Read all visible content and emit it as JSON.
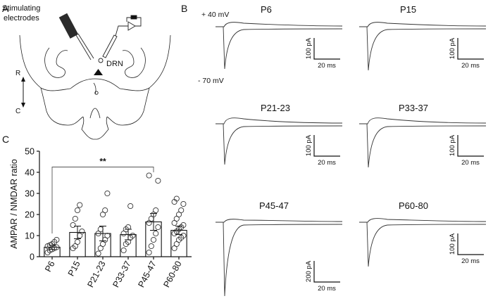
{
  "panels": {
    "a": {
      "letter": "A",
      "stim_line1": "Stimulating",
      "stim_line2": "electrodes",
      "drn": "DRN",
      "rostral": "R",
      "caudal": "C"
    },
    "b": {
      "letter": "B",
      "hold_pos": "+ 40 mV",
      "hold_neg": "- 70 mV",
      "traces": [
        {
          "label": "P6",
          "scale_y": "100 pA",
          "scale_x": "20 ms"
        },
        {
          "label": "P15",
          "scale_y": "100 pA",
          "scale_x": "20 ms"
        },
        {
          "label": "P21-23",
          "scale_y": "100 pA",
          "scale_x": "20 ms"
        },
        {
          "label": "P33-37",
          "scale_y": "100 pA",
          "scale_x": "20 ms"
        },
        {
          "label": "P45-47",
          "scale_y": "200 pA",
          "scale_x": "20 ms"
        },
        {
          "label": "P60-80",
          "scale_y": "100 pA",
          "scale_x": "20 ms"
        }
      ]
    },
    "c": {
      "letter": "C",
      "significance": "**"
    }
  },
  "chart_data": {
    "type": "bar",
    "title": "",
    "xlabel": "",
    "ylabel": "AMPAR / NMDAR ratio",
    "ylim": [
      0,
      50
    ],
    "yticks": [
      "0",
      "10",
      "20",
      "30",
      "40",
      "50"
    ],
    "categories": [
      "P6",
      "P15",
      "P21-23",
      "P33-37",
      "P45-47",
      "P60-80"
    ],
    "means": [
      4.5,
      11.5,
      11,
      10.5,
      16.5,
      12.5
    ],
    "sem": [
      1,
      3,
      3.5,
      2.5,
      4,
      2
    ],
    "points": [
      [
        2,
        3,
        3.5,
        4,
        4.5,
        5,
        5.5,
        6,
        7,
        8
      ],
      [
        4,
        5,
        7,
        10,
        12,
        15,
        18,
        22,
        24.5
      ],
      [
        1.5,
        4,
        6,
        8,
        10,
        11,
        13,
        20,
        22,
        30
      ],
      [
        3,
        6,
        7,
        9,
        10,
        11,
        13,
        14,
        24
      ],
      [
        2,
        5,
        8,
        11,
        14,
        16,
        18,
        20,
        22,
        36,
        38.5
      ],
      [
        4,
        6,
        8,
        9,
        10,
        11,
        12,
        13,
        14,
        15,
        16,
        18,
        20,
        22,
        25,
        26,
        27.5
      ]
    ],
    "comparison": {
      "from": "P6",
      "to": "P45-47",
      "label": "**"
    }
  }
}
